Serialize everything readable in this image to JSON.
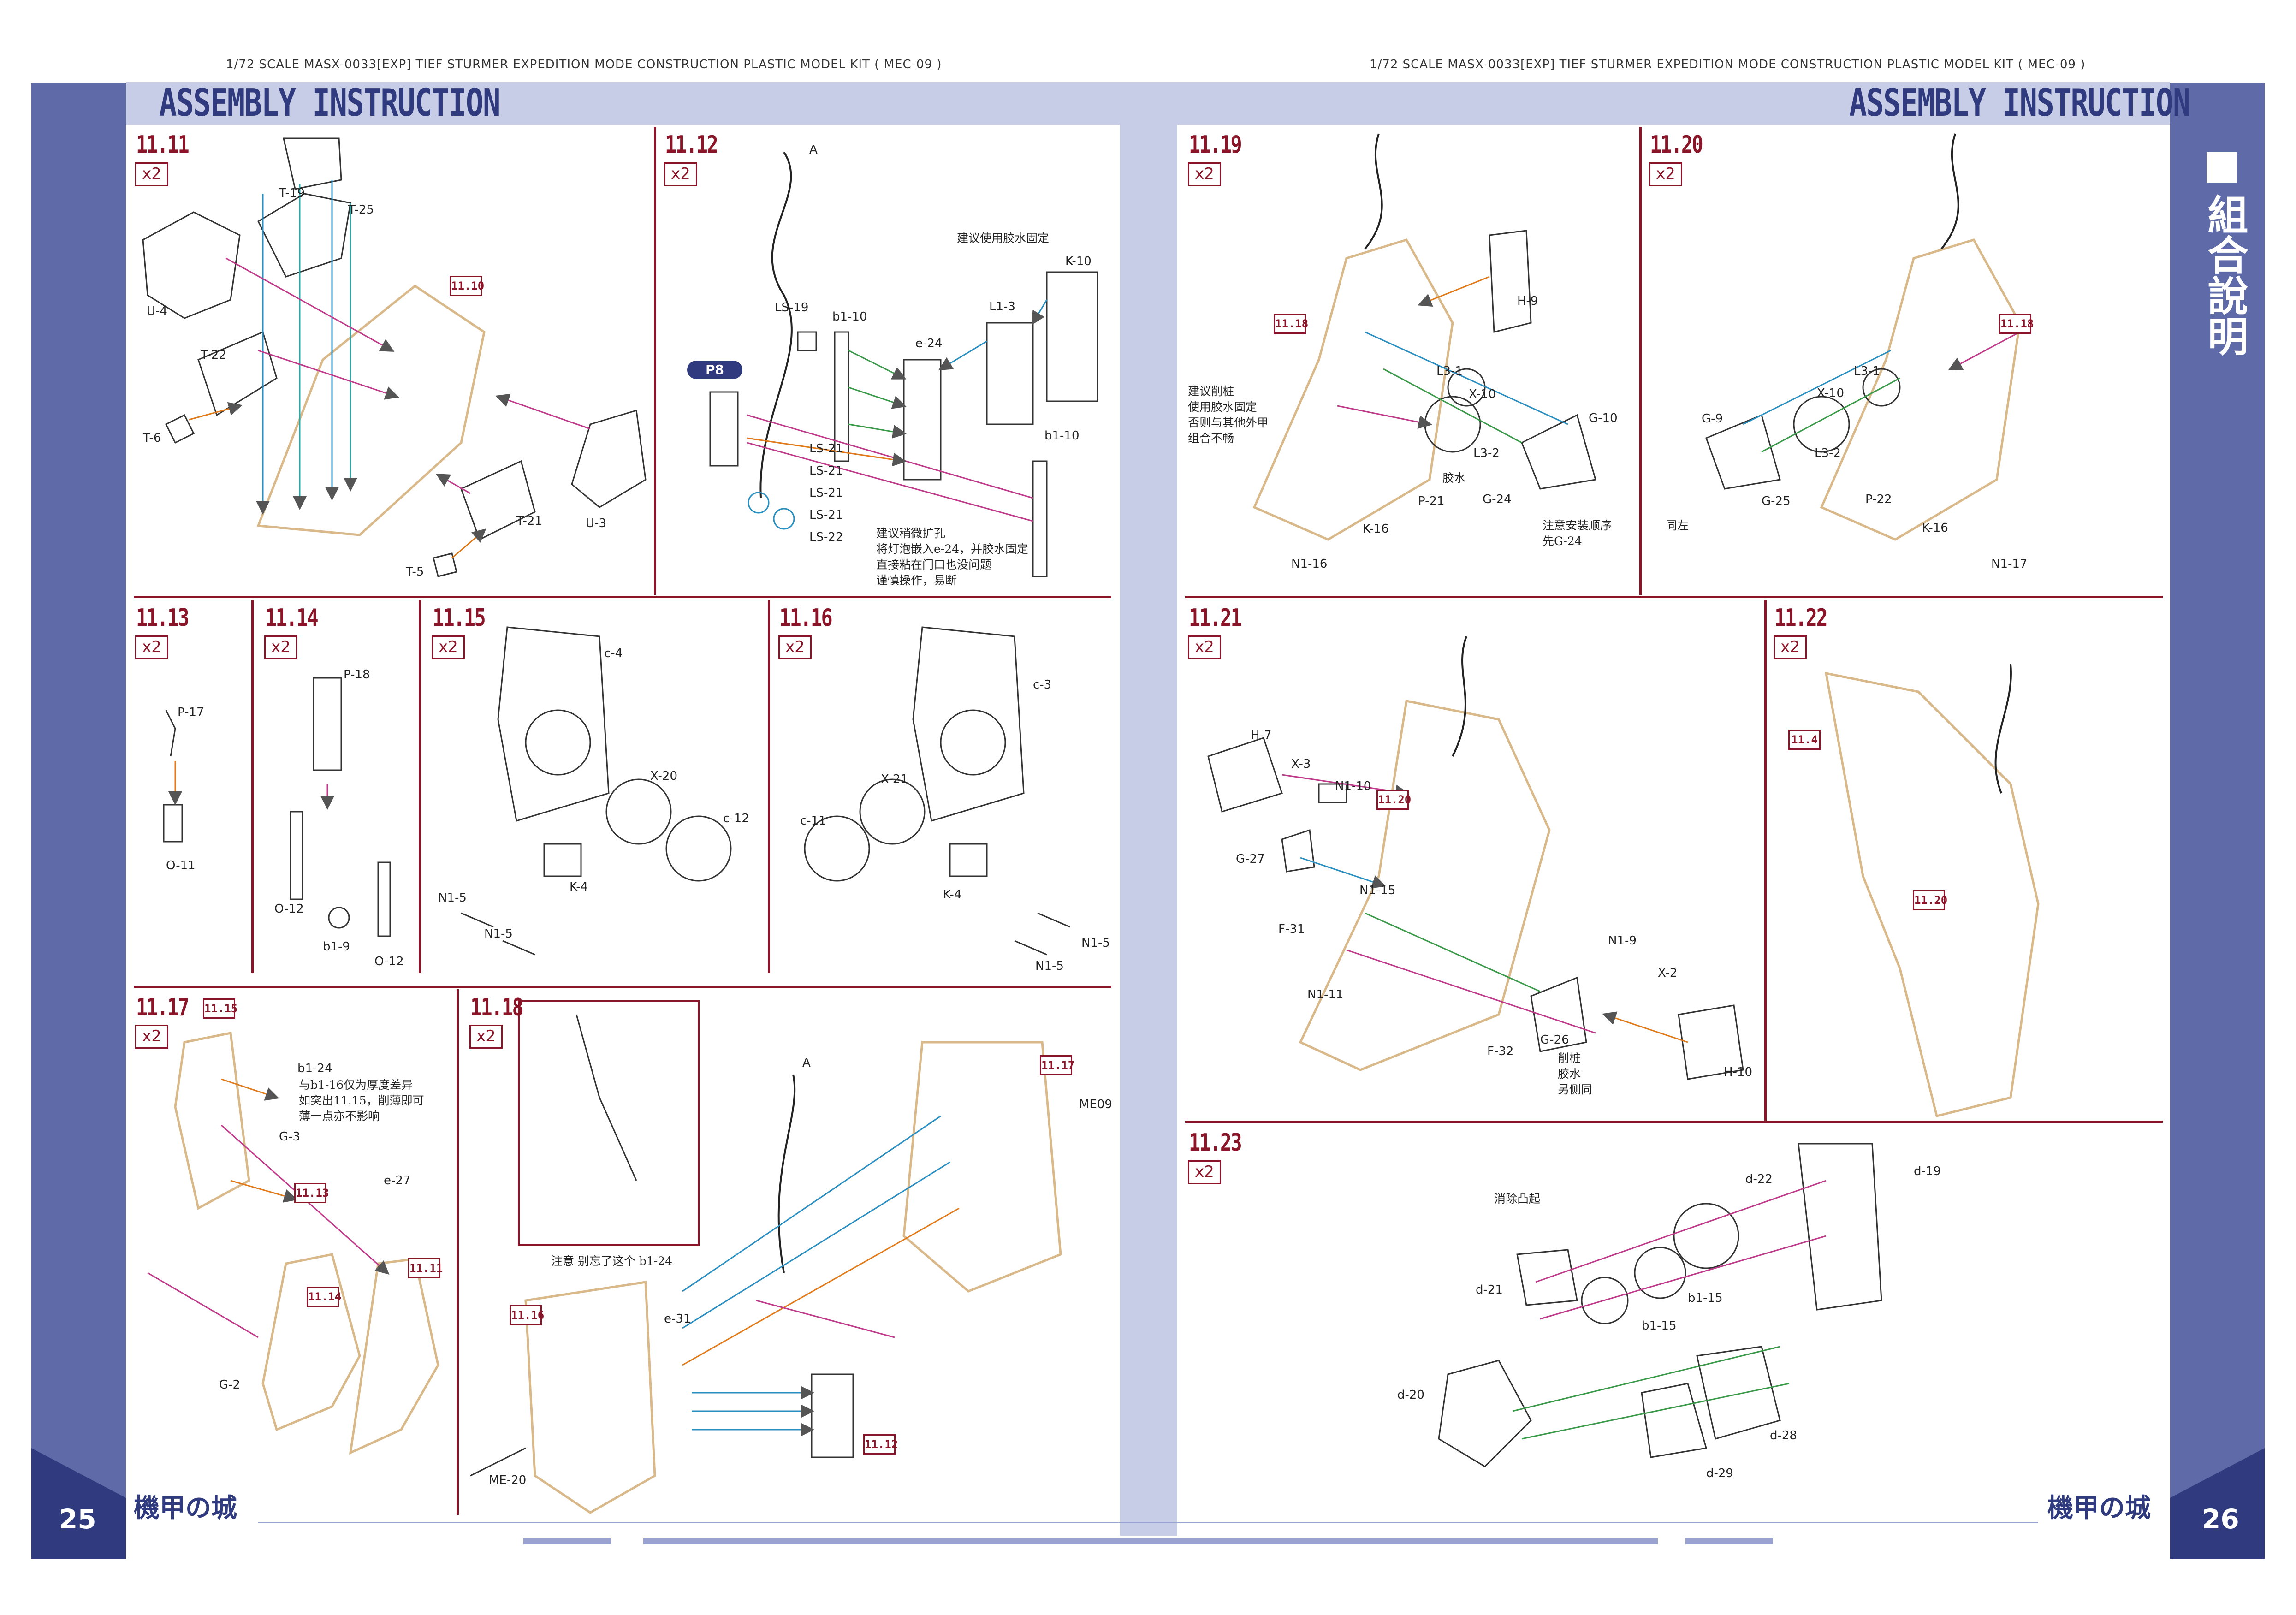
{
  "header": {
    "left_caption": "1/72 SCALE MASX-0033[EXP] TIEF STURMER EXPEDITION MODE CONSTRUCTION PLASTIC MODEL KIT ( MEC-09 )",
    "right_caption": "1/72 SCALE MASX-0033[EXP] TIEF STURMER EXPEDITION MODE CONSTRUCTION PLASTIC MODEL KIT ( MEC-09 )",
    "left_title": "ASSEMBLY INSTRUCTION",
    "right_title": "ASSEMBLY INSTRUCTION"
  },
  "sidebar": {
    "title": "組合說明"
  },
  "pages": {
    "left": "25",
    "right": "26"
  },
  "logo": {
    "text": "機甲の城"
  },
  "steps": {
    "s1111": {
      "num": "11.11",
      "qty": "x2",
      "refs": [
        "11.10"
      ],
      "labels": [
        "T-19",
        "T-25",
        "U-4",
        "T-22",
        "T-6",
        "T-5",
        "T-21",
        "U-3"
      ]
    },
    "s1112": {
      "num": "11.12",
      "qty": "x2",
      "pill": "P8",
      "labels": [
        "A",
        "LS-19",
        "b1-10",
        "e-24",
        "L1-3",
        "K-10",
        "b1-10",
        "LS-21",
        "LS-21",
        "LS-21",
        "LS-21",
        "LS-22"
      ],
      "note_top": "建议使用胶水固定",
      "note_bottom": "建议稍微扩孔\n将灯泡嵌入e-24，并胶水固定\n直接粘在门口也没问题\n谨慎操作，易断"
    },
    "s1113": {
      "num": "11.13",
      "qty": "x2",
      "labels": [
        "P-17",
        "O-11"
      ]
    },
    "s1114": {
      "num": "11.14",
      "qty": "x2",
      "labels": [
        "P-18",
        "O-12",
        "b1-9",
        "O-12"
      ]
    },
    "s1115": {
      "num": "11.15",
      "qty": "x2",
      "labels": [
        "c-4",
        "X-20",
        "c-12",
        "N1-5",
        "K-4",
        "N1-5"
      ]
    },
    "s1116": {
      "num": "11.16",
      "qty": "x2",
      "labels": [
        "c-3",
        "X-21",
        "c-11",
        "K-4",
        "N1-5",
        "N1-5"
      ]
    },
    "s1117": {
      "num": "11.17",
      "qty": "x2",
      "refs": [
        "11.15",
        "11.13",
        "11.14",
        "11.11"
      ],
      "labels": [
        "b1-24",
        "G-3",
        "e-27",
        "G-2"
      ],
      "note": "与b1-16仅为厚度差异\n如突出11.15，削薄即可\n薄一点亦不影响"
    },
    "s1118": {
      "num": "11.18",
      "qty": "x2",
      "refs": [
        "11.17",
        "11.16",
        "11.12"
      ],
      "labels": [
        "A",
        "ME09",
        "e-31",
        "ME-20"
      ],
      "note": "注意 别忘了这个 b1-24"
    },
    "s1119": {
      "num": "11.19",
      "qty": "x2",
      "refs": [
        "11.18"
      ],
      "labels": [
        "H-9",
        "L3-1",
        "X-10",
        "L3-2",
        "G-10",
        "G-24",
        "P-21",
        "K-16",
        "N1-16"
      ],
      "note_left": "建议削桩\n使用胶水固定\n否则与其他外甲\n组合不畅",
      "note_glue": "胶水",
      "note_bottom": "注意安装顺序\n先G-24"
    },
    "s1120": {
      "num": "11.20",
      "qty": "x2",
      "refs": [
        "11.18"
      ],
      "labels": [
        "G-9",
        "X-10",
        "L3-1",
        "L3-2",
        "G-25",
        "P-22",
        "K-16",
        "N1-17"
      ],
      "note": "同左"
    },
    "s1121": {
      "num": "11.21",
      "qty": "x2",
      "refs": [
        "11.20"
      ],
      "labels": [
        "H-7",
        "X-3",
        "N1-10",
        "G-27",
        "N1-15",
        "F-31",
        "N1-11",
        "N1-9",
        "X-2",
        "G-26",
        "F-32",
        "H-10"
      ],
      "note": "削桩\n胶水\n另侧同"
    },
    "s1122": {
      "num": "11.22",
      "qty": "x2",
      "refs": [
        "11.4",
        "11.20"
      ]
    },
    "s1123": {
      "num": "11.23",
      "qty": "x2",
      "labels": [
        "d-22",
        "d-19",
        "d-21",
        "b1-15",
        "b1-15",
        "d-20",
        "d-28",
        "d-29"
      ],
      "note": "消除凸起"
    }
  },
  "colors": {
    "brand_blue": "#5f6ba8",
    "title_bar": "#c7cde6",
    "step_red": "#8a1528",
    "arrow_orange": "#e07a1a",
    "arrow_blue": "#2a8fc0",
    "arrow_green": "#3a9a4a",
    "arrow_magenta": "#c03a8a",
    "arrow_teal": "#2aa8a8",
    "part_tan": "#d9b98a"
  }
}
